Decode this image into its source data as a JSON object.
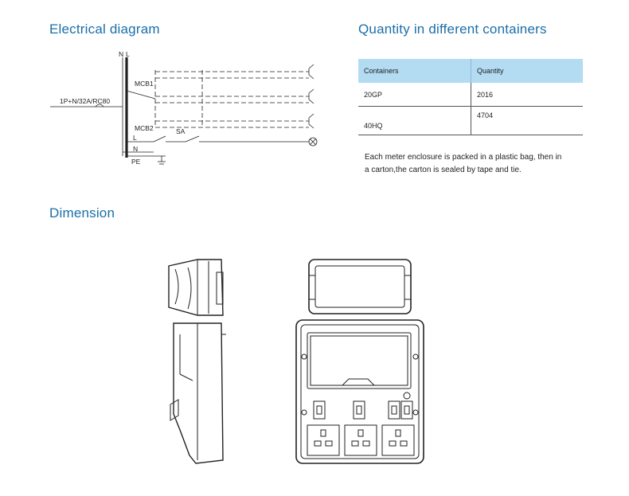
{
  "sections": {
    "electrical": "Electrical diagram",
    "quantity": "Quantity in different containers",
    "dimension": "Dimension"
  },
  "diagram_labels": {
    "n_top": "N",
    "l_top": "L",
    "rcbo": "1P+N/32A/RC80",
    "mcb1": "MCB1",
    "mcb2": "MCB2",
    "sa": "SA",
    "l_branch": "L",
    "n_bottom": "N",
    "pe": "PE"
  },
  "table": {
    "headers": [
      "Containers",
      "Quantity"
    ],
    "rows": [
      {
        "container": "20GP",
        "quantity": "2016"
      },
      {
        "container": "40HQ",
        "quantity": "4704"
      }
    ]
  },
  "note": "Each meter enclosure is packed in a plastic bag, then in a carton,the carton is sealed by tape and tie."
}
